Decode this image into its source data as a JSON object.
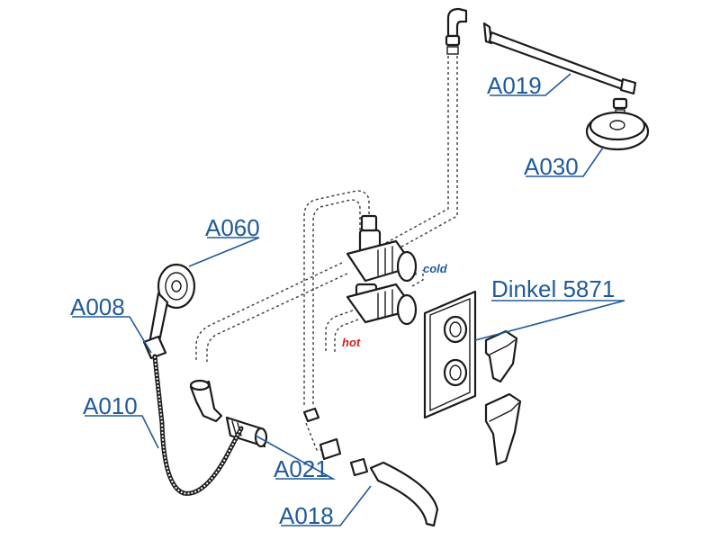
{
  "labels": {
    "a019": "A019",
    "a030": "A030",
    "a060": "A060",
    "a008": "A008",
    "a010": "A010",
    "a021": "A021",
    "a018": "A018",
    "dinkel": "Dinkel 5871"
  },
  "pipe_labels": {
    "cold": "cold",
    "hot": "hot"
  },
  "colors": {
    "label": "#1f5a99",
    "cold": "#1f5a99",
    "hot": "#cc2222",
    "line": "#1b1b1b"
  }
}
